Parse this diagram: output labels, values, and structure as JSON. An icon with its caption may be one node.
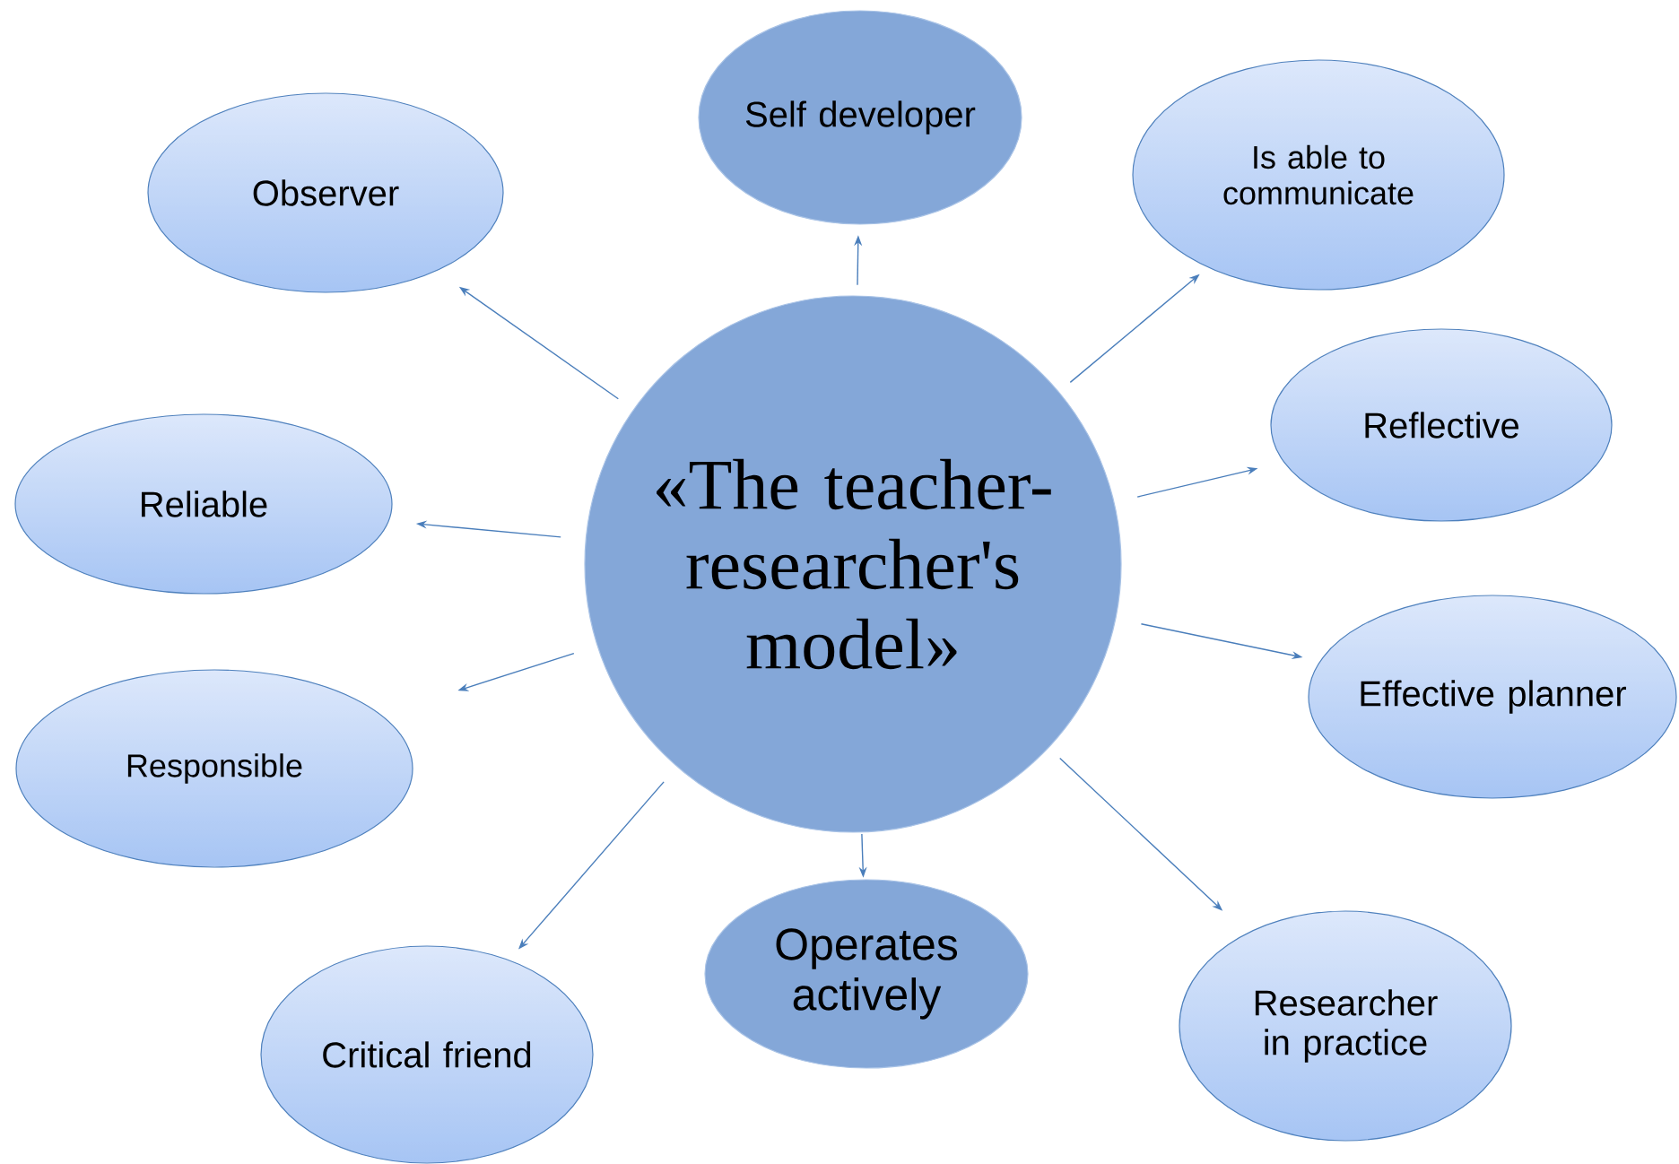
{
  "diagram": {
    "nodes": [
      {
        "text": [
          "«The teacher-researcher's model»"
        ]
      },
      {
        "text": [
          "Self developer"
        ]
      },
      {
        "text": [
          "Observer"
        ]
      },
      {
        "text": [
          "Is able to communicate"
        ]
      },
      {
        "text": [
          "Reflective"
        ]
      },
      {
        "text": [
          "Reliable"
        ]
      },
      {
        "text": [
          "Effective planner"
        ]
      },
      {
        "text": [
          "Responsible"
        ]
      },
      {
        "text": [
          "Operates actively"
        ]
      },
      {
        "text": [
          "Critical friend"
        ]
      },
      {
        "text": [
          "Researcher in practice"
        ]
      }
    ],
    "edges": [
      {
        "from": 0,
        "to": 1,
        "arrow": "to"
      },
      {
        "from": 0,
        "to": 2,
        "arrow": "to"
      },
      {
        "from": 0,
        "to": 3,
        "arrow": "to"
      },
      {
        "from": 0,
        "to": 4,
        "arrow": "to"
      },
      {
        "from": 0,
        "to": 5,
        "arrow": "to"
      },
      {
        "from": 0,
        "to": 6,
        "arrow": "to"
      },
      {
        "from": 0,
        "to": 7,
        "arrow": "to"
      },
      {
        "from": 0,
        "to": 8,
        "arrow": "to"
      },
      {
        "from": 0,
        "to": 9,
        "arrow": "to"
      },
      {
        "from": 0,
        "to": 10,
        "arrow": "to"
      }
    ]
  }
}
